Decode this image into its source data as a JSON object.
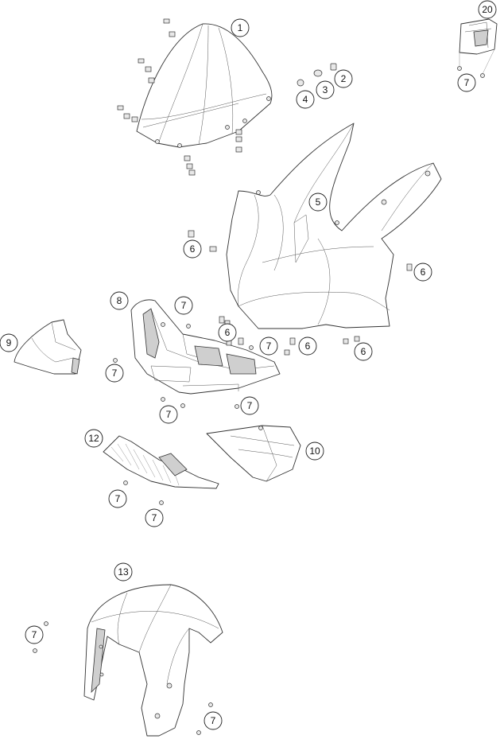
{
  "callouts": {
    "c1": "1",
    "c2": "2",
    "c3": "3",
    "c4": "4",
    "c5": "5",
    "c6a": "6",
    "c6b": "6",
    "c6c": "6",
    "c6d": "6",
    "c6e": "6",
    "c7a": "7",
    "c7b": "7",
    "c7c": "7",
    "c7d": "7",
    "c7e": "7",
    "c7f": "7",
    "c7g": "7",
    "c7h": "7",
    "c7i": "7",
    "c7j": "7",
    "c8": "8",
    "c9": "9",
    "c10": "10",
    "c12": "12",
    "c13": "13",
    "c20": "20"
  }
}
